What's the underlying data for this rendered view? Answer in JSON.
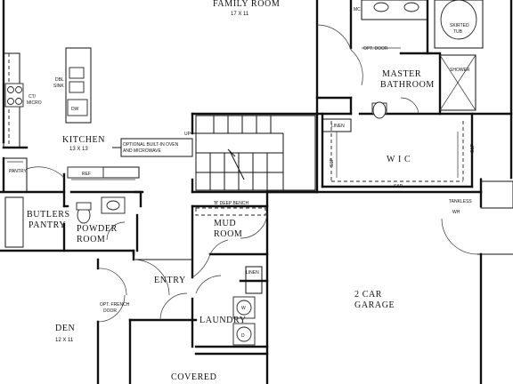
{
  "rooms": {
    "family_room": "FAMILY ROOM",
    "family_dim": "17 X 11",
    "kitchen": "KITCHEN",
    "kitchen_dim": "13 X 13",
    "master_bath_1": "MASTER",
    "master_bath_2": "BATHROOM",
    "wic": "W I C",
    "butlers_1": "BUTLERS",
    "butlers_2": "PANTRY",
    "powder_1": "POWDER",
    "powder_2": "ROOM",
    "mud_1": "MUD",
    "mud_2": "ROOM",
    "entry": "ENTRY",
    "laundry": "LAUNDRY",
    "garage_1": "2 CAR",
    "garage_2": "GARAGE",
    "den": "DEN",
    "den_dim": "12 X 11",
    "covered": "COVERED"
  },
  "notes": {
    "mc": "MC",
    "dbl_sink_1": "DBL",
    "dbl_sink_2": "SINK",
    "dw": "DW",
    "ct_micro_1": "CT/",
    "ct_micro_2": "MICRO",
    "opt_door": "OPT. DOOR",
    "skirted_tub_1": "SKIRTED",
    "skirted_tub_2": "TUB",
    "shower": "SHOWER",
    "linen_upper": "LINEN",
    "linen_laundry": "LINEN",
    "optional_oven_1": "OPTIONAL BUILT-IN OVEN",
    "optional_oven_2": "AND MICROWAVE",
    "up": "UP",
    "pantry": "PANTRY",
    "ref": "REF",
    "bench": "'B' DEEP BENCH",
    "sp_left": "S&P",
    "sp_right": "S&P",
    "sp_bottom": "S&P",
    "tankless_1": "TANKLESS",
    "tankless_2": "WH",
    "opt_french_1": "OPT. FRENCH",
    "opt_french_2": "DOOR",
    "w": "W",
    "d": "D"
  }
}
